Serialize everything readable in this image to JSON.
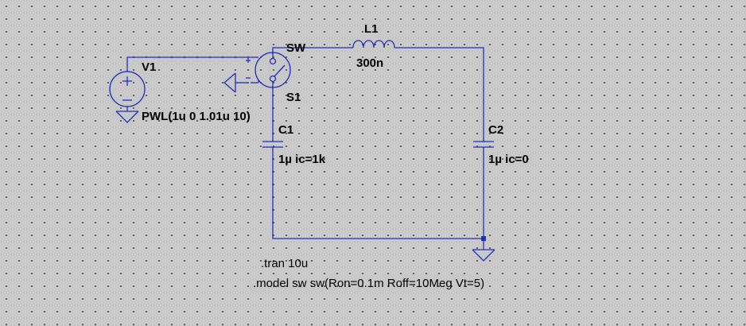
{
  "schematic": {
    "components": {
      "v1": {
        "name": "V1",
        "value": "PWL(1u 0 1.01u 10)"
      },
      "s1": {
        "name": "S1",
        "model": "SW"
      },
      "l1": {
        "name": "L1",
        "value": "300n"
      },
      "c1": {
        "name": "C1",
        "value": "1µ ic=1k"
      },
      "c2": {
        "name": "C2",
        "value": "1µ ic=0"
      }
    },
    "directives": {
      "tran": ".tran 10u",
      "model": ".model sw sw(Ron=0.1m Roff=10Meg Vt=5)"
    }
  },
  "colors": {
    "wire": "#1f2fc0",
    "background": "#c8c8c8",
    "grid_dot": "#4a4a4a",
    "text": "#000000"
  },
  "icons": [
    "voltage-source-icon",
    "switch-icon",
    "inductor-icon",
    "capacitor-icon",
    "ground-icon"
  ]
}
